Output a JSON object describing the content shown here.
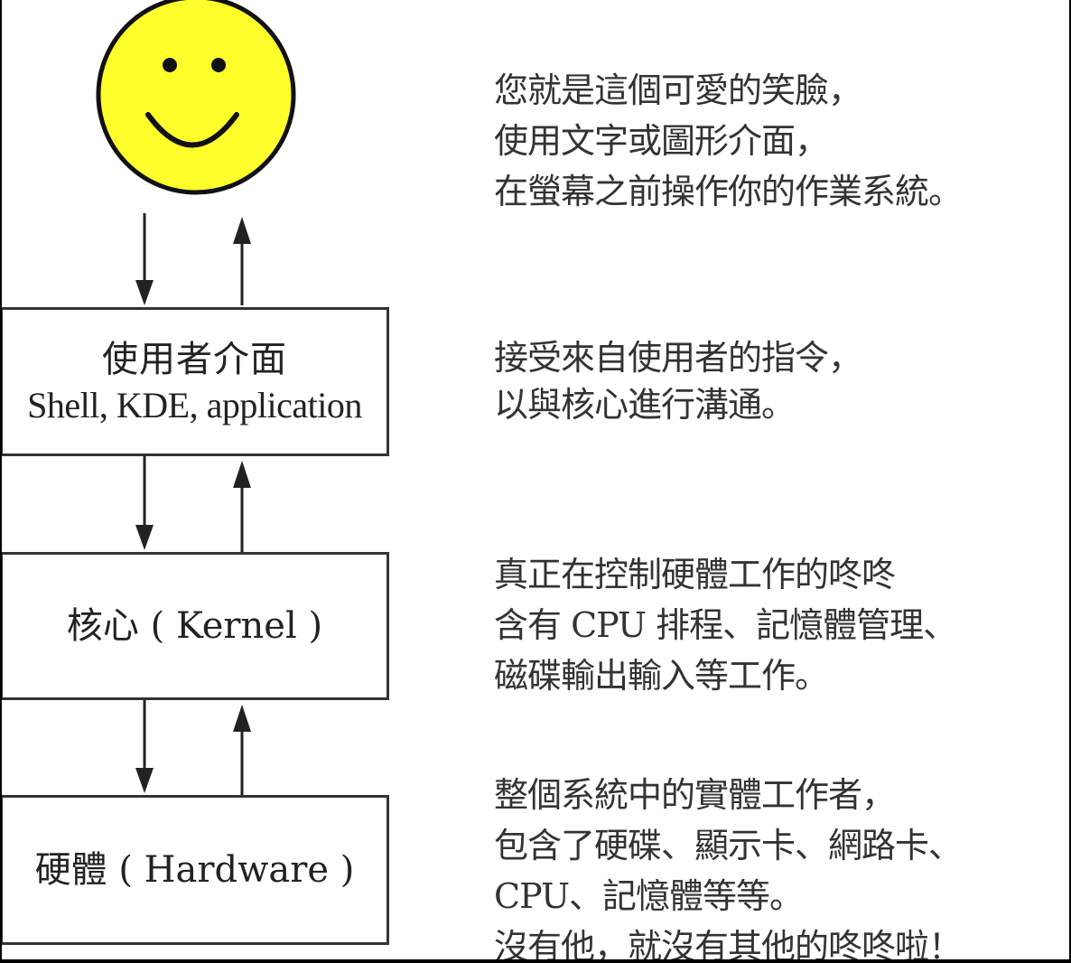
{
  "colors": {
    "face_fill": "#FFFF2B",
    "outline": "#111111",
    "box_border": "#333333",
    "text": "#333333",
    "background": "#ffffff"
  },
  "icons": {
    "user": "smiley-face-icon"
  },
  "layers": [
    {
      "id": "shell",
      "title": "使用者介面",
      "subtitle": "Shell, KDE, application"
    },
    {
      "id": "kernel",
      "title": "核心 ( Kernel )"
    },
    {
      "id": "hardware",
      "title": "硬體 ( Hardware )"
    }
  ],
  "descriptions": {
    "user": [
      "您就是這個可愛的笑臉，",
      "使用文字或圖形介面，",
      "在螢幕之前操作你的作業系統。"
    ],
    "shell": [
      "接受來自使用者的指令，",
      "以與核心進行溝通。"
    ],
    "kernel": [
      "真正在控制硬體工作的咚咚",
      "含有 CPU 排程、記憶體管理、",
      "磁碟輸出輸入等工作。"
    ],
    "hardware": [
      "整個系統中的實體工作者，",
      "包含了硬碟、顯示卡、網路卡、",
      "CPU、記憶體等等。",
      "沒有他，就沒有其他的咚咚啦！"
    ]
  }
}
